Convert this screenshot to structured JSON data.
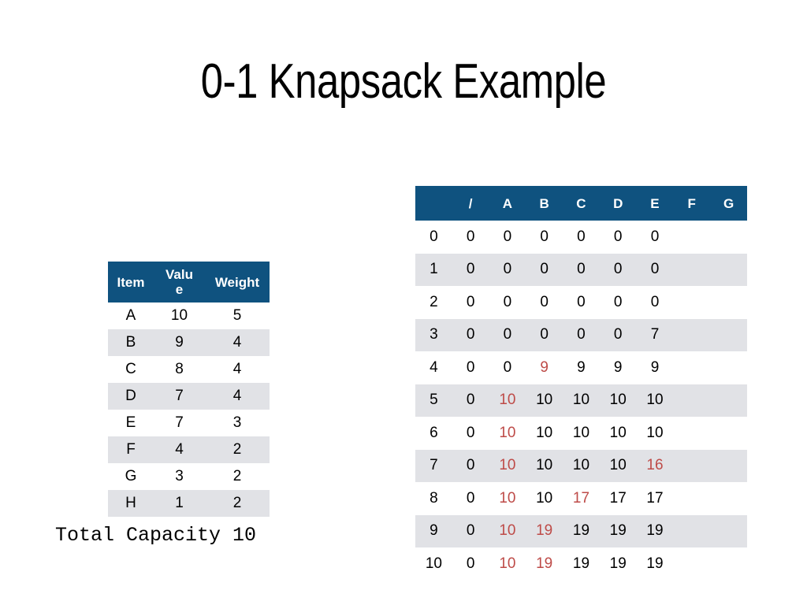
{
  "title": "0-1 Knapsack Example",
  "colors": {
    "header_blue": "#0F527F",
    "stripe_gray": "#E1E2E6",
    "highlight_red": "#BE4B48",
    "text_black": "#000000",
    "background": "#FFFFFF"
  },
  "items_table": {
    "headers": [
      "Item",
      "Value",
      "Weight"
    ],
    "rows": [
      {
        "item": "A",
        "value": "10",
        "weight": "5"
      },
      {
        "item": "B",
        "value": "9",
        "weight": "4"
      },
      {
        "item": "C",
        "value": "8",
        "weight": "4"
      },
      {
        "item": "D",
        "value": "7",
        "weight": "4"
      },
      {
        "item": "E",
        "value": "7",
        "weight": "3"
      },
      {
        "item": "F",
        "value": "4",
        "weight": "2"
      },
      {
        "item": "G",
        "value": "3",
        "weight": "2"
      },
      {
        "item": "H",
        "value": "1",
        "weight": "2"
      }
    ]
  },
  "total_capacity": "Total Capacity 10",
  "dp_table": {
    "headers": [
      "",
      "/",
      "A",
      "B",
      "C",
      "D",
      "E",
      "F",
      "G"
    ],
    "rows": [
      {
        "index": "0",
        "cells": [
          "0",
          "0",
          "0",
          "0",
          "0",
          "0",
          "",
          ""
        ],
        "highlight": []
      },
      {
        "index": "1",
        "cells": [
          "0",
          "0",
          "0",
          "0",
          "0",
          "0",
          "",
          ""
        ],
        "highlight": []
      },
      {
        "index": "2",
        "cells": [
          "0",
          "0",
          "0",
          "0",
          "0",
          "0",
          "",
          ""
        ],
        "highlight": []
      },
      {
        "index": "3",
        "cells": [
          "0",
          "0",
          "0",
          "0",
          "0",
          "7",
          "",
          ""
        ],
        "highlight": []
      },
      {
        "index": "4",
        "cells": [
          "0",
          "0",
          "9",
          "9",
          "9",
          "9",
          "",
          ""
        ],
        "highlight": [
          2
        ]
      },
      {
        "index": "5",
        "cells": [
          "0",
          "10",
          "10",
          "10",
          "10",
          "10",
          "",
          ""
        ],
        "highlight": [
          1
        ]
      },
      {
        "index": "6",
        "cells": [
          "0",
          "10",
          "10",
          "10",
          "10",
          "10",
          "",
          ""
        ],
        "highlight": [
          1
        ]
      },
      {
        "index": "7",
        "cells": [
          "0",
          "10",
          "10",
          "10",
          "10",
          "16",
          "",
          ""
        ],
        "highlight": [
          1,
          5
        ]
      },
      {
        "index": "8",
        "cells": [
          "0",
          "10",
          "10",
          "17",
          "17",
          "17",
          "",
          ""
        ],
        "highlight": [
          1,
          3
        ]
      },
      {
        "index": "9",
        "cells": [
          "0",
          "10",
          "19",
          "19",
          "19",
          "19",
          "",
          ""
        ],
        "highlight": [
          1,
          2
        ]
      },
      {
        "index": "10",
        "cells": [
          "0",
          "10",
          "19",
          "19",
          "19",
          "19",
          "",
          ""
        ],
        "highlight": [
          1,
          2
        ]
      }
    ]
  }
}
